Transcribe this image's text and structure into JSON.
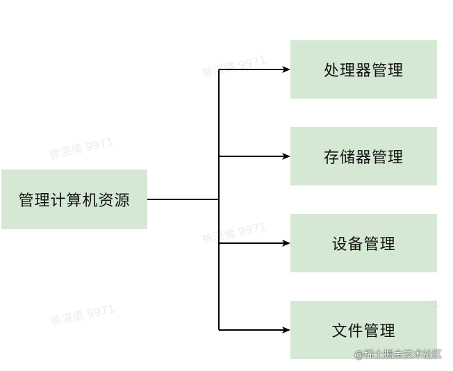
{
  "diagram": {
    "root": {
      "label": "管理计算机资源"
    },
    "children": [
      {
        "label": "处理器管理"
      },
      {
        "label": "存储器管理"
      },
      {
        "label": "设备管理"
      },
      {
        "label": "文件管理"
      }
    ],
    "colors": {
      "node_fill": "#d5e8d4",
      "line": "#000000",
      "text": "#111111"
    }
  },
  "watermark": {
    "text": "徐湛倩 9971"
  },
  "brand": {
    "text": "@稀土掘金技术社区"
  }
}
